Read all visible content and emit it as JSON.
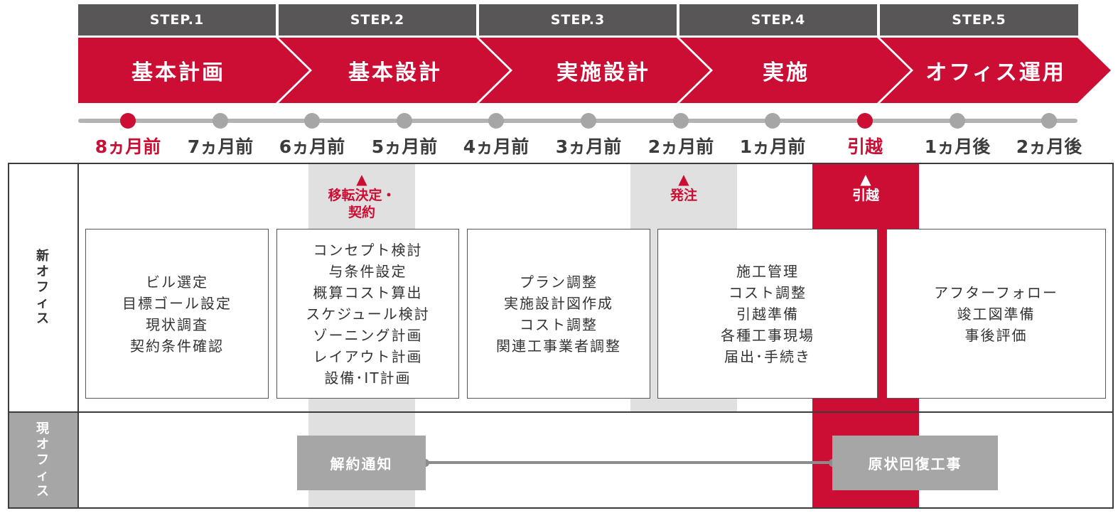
{
  "steps": [
    {
      "step": "STEP.1",
      "phase": "基本計画"
    },
    {
      "step": "STEP.2",
      "phase": "基本設計"
    },
    {
      "step": "STEP.3",
      "phase": "実施設計"
    },
    {
      "step": "STEP.4",
      "phase": "実施"
    },
    {
      "step": "STEP.5",
      "phase": "オフィス運用"
    }
  ],
  "timeline": [
    {
      "label": "8ヵ月前",
      "highlight": true
    },
    {
      "label": "7ヵ月前",
      "highlight": false
    },
    {
      "label": "6ヵ月前",
      "highlight": false
    },
    {
      "label": "5ヵ月前",
      "highlight": false
    },
    {
      "label": "4ヵ月前",
      "highlight": false
    },
    {
      "label": "3ヵ月前",
      "highlight": false
    },
    {
      "label": "2ヵ月前",
      "highlight": false
    },
    {
      "label": "1ヵ月前",
      "highlight": false
    },
    {
      "label": "引越",
      "highlight": true
    },
    {
      "label": "1ヵ月後",
      "highlight": false
    },
    {
      "label": "2ヵ月後",
      "highlight": false
    }
  ],
  "rows": {
    "new_office": "新オフィス",
    "current_office": "現オフィス"
  },
  "milestones": [
    {
      "marker": "▲",
      "line1": "移転決定・",
      "line2": "契約"
    },
    {
      "marker": "▲",
      "line1": "発注",
      "line2": ""
    },
    {
      "marker": "▲",
      "line1": "引越",
      "line2": ""
    }
  ],
  "tasks": [
    [
      "ビル選定",
      "目標ゴール設定",
      "現状調査",
      "契約条件確認"
    ],
    [
      "コンセプト検討",
      "与条件設定",
      "概算コスト算出",
      "スケジュール検討",
      "ゾーニング計画",
      "レイアウト計画",
      "設備･IT計画"
    ],
    [
      "プラン調整",
      "実施設計図作成",
      "コスト調整",
      "関連工事業者調整"
    ],
    [
      "施工管理",
      "コスト調整",
      "引越準備",
      "各種工事現場",
      "届出･手続き"
    ],
    [
      "アフターフォロー",
      "竣工図準備",
      "事後評価"
    ]
  ],
  "current_office": {
    "start_label": "解約通知",
    "end_label": "原状回復工事"
  },
  "colors": {
    "accent": "#cc0e35",
    "step_header": "#595657",
    "band_gray": "#e0e0e0",
    "dot_gray": "#a6a6a6"
  }
}
